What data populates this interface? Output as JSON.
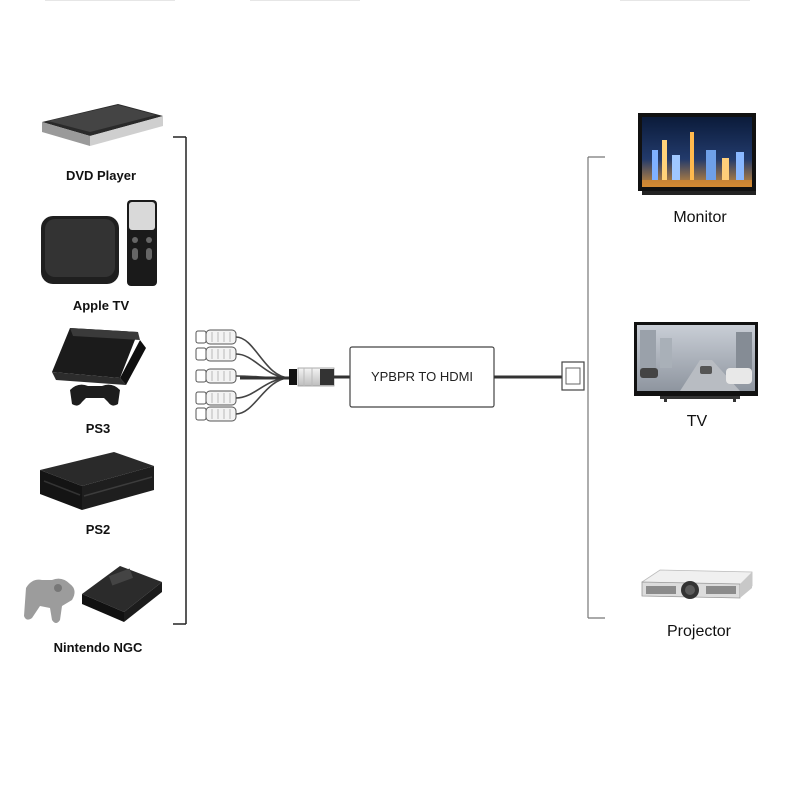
{
  "sources": [
    {
      "id": "dvd-player",
      "label": "DVD Player",
      "icon": "dvd-player-icon"
    },
    {
      "id": "apple-tv",
      "label": "Apple TV",
      "icon": "apple-tv-icon"
    },
    {
      "id": "ps3",
      "label": "PS3",
      "icon": "ps3-console-icon"
    },
    {
      "id": "ps2",
      "label": "PS2",
      "icon": "ps2-console-icon"
    },
    {
      "id": "nintendo-ngc",
      "label": "Nintendo NGC",
      "icon": "nintendo-console-icon"
    }
  ],
  "converter": {
    "label": "YPBPR TO HDMI"
  },
  "outputs": [
    {
      "id": "monitor",
      "label": "Monitor",
      "icon": "monitor-icon"
    },
    {
      "id": "tv",
      "label": "TV",
      "icon": "tv-icon"
    },
    {
      "id": "projector",
      "label": "Projector",
      "icon": "projector-icon"
    }
  ],
  "colors": {
    "line": "#555555",
    "box_border": "#444444",
    "plug_white": "#f2f2f2",
    "device_dark": "#1c1c1c"
  }
}
